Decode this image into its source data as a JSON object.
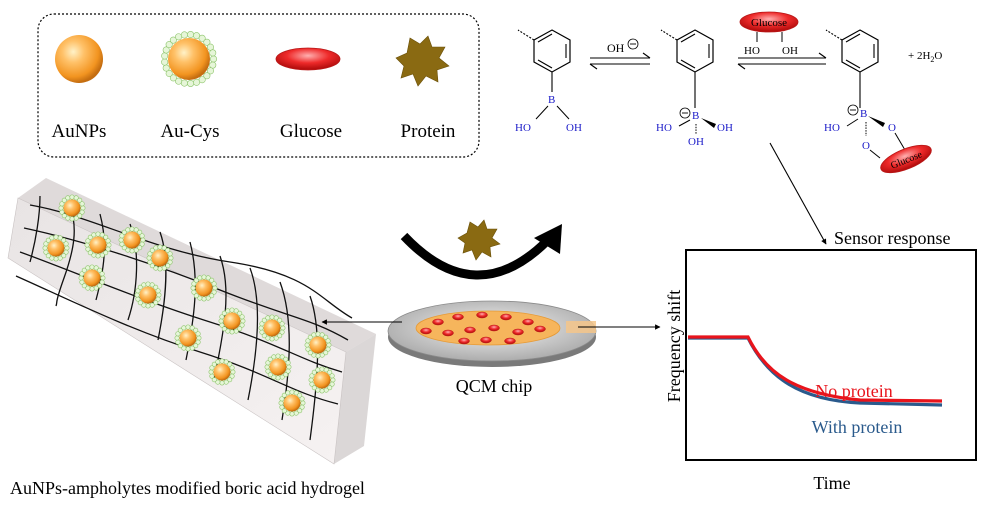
{
  "legend": {
    "items": [
      {
        "label": "AuNPs"
      },
      {
        "label": "Au-Cys"
      },
      {
        "label": "Glucose"
      },
      {
        "label": "Protein"
      }
    ]
  },
  "reaction": {
    "oh_minus": "OH",
    "glucose_top": "Glucose",
    "glucose_ring": "Glucose",
    "ho_left": "HO",
    "oh_right": "OH",
    "boron": "B",
    "ho_gluc": "HO",
    "oh_gluc": "OH",
    "oh_bottom": "OH",
    "oxygen": "O",
    "plus_water": "+   2H",
    "water_sub": "2",
    "water_o": "O"
  },
  "labels": {
    "chip": "QCM chip",
    "hydrogel": "AuNPs-ampholytes modified boric acid hydrogel",
    "sensor_response": "Sensor response"
  },
  "plot": {
    "ylabel": "Frequency shift",
    "xlabel": "Time",
    "curve_no_protein": "No protein",
    "curve_with_protein": "With protein",
    "colors": {
      "no_protein": "#e8141c",
      "with_protein": "#2a5a8c"
    }
  }
}
